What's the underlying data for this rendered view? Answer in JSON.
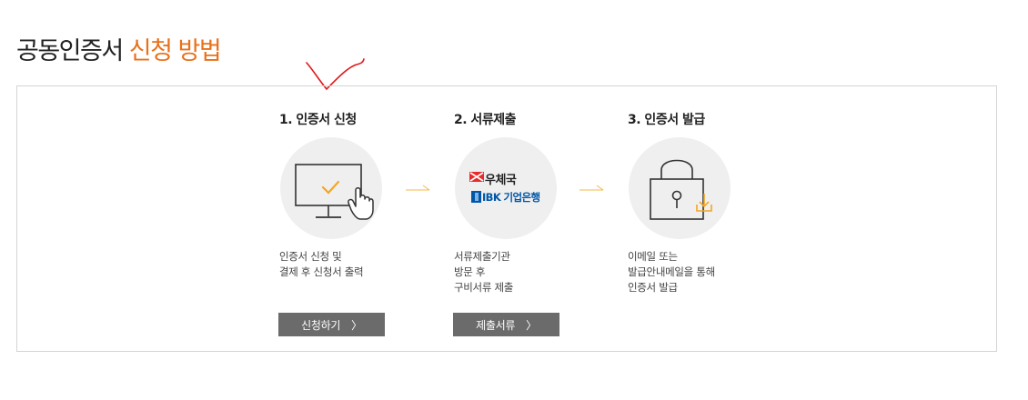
{
  "page_title": {
    "prefix": "공동인증서",
    "accent": "신청 방법"
  },
  "colors": {
    "accent": "#e8711b",
    "button_bg": "#6b6b6b",
    "circle_bg": "#efefef",
    "border": "#d4d4d4"
  },
  "steps": [
    {
      "title": "1. 인증서 신청",
      "icon": "monitor-click-icon",
      "desc": [
        "인증서 신청 및",
        "결제 후 신청서 출력"
      ],
      "button": "신청하기"
    },
    {
      "title": "2. 서류제출",
      "icon": "post-office-ibk-logos",
      "logos": {
        "post": "우체국",
        "bank": "IBK 기업은행"
      },
      "desc": [
        "서류제출기관",
        "방문 후",
        "구비서류 제출"
      ],
      "button": "제출서류"
    },
    {
      "title": "3. 인증서 발급",
      "icon": "lock-download-icon",
      "desc": [
        "이메일 또는",
        "발급안내메일을 통해",
        "인증서 발급"
      ]
    }
  ],
  "button_chevron": "〉"
}
